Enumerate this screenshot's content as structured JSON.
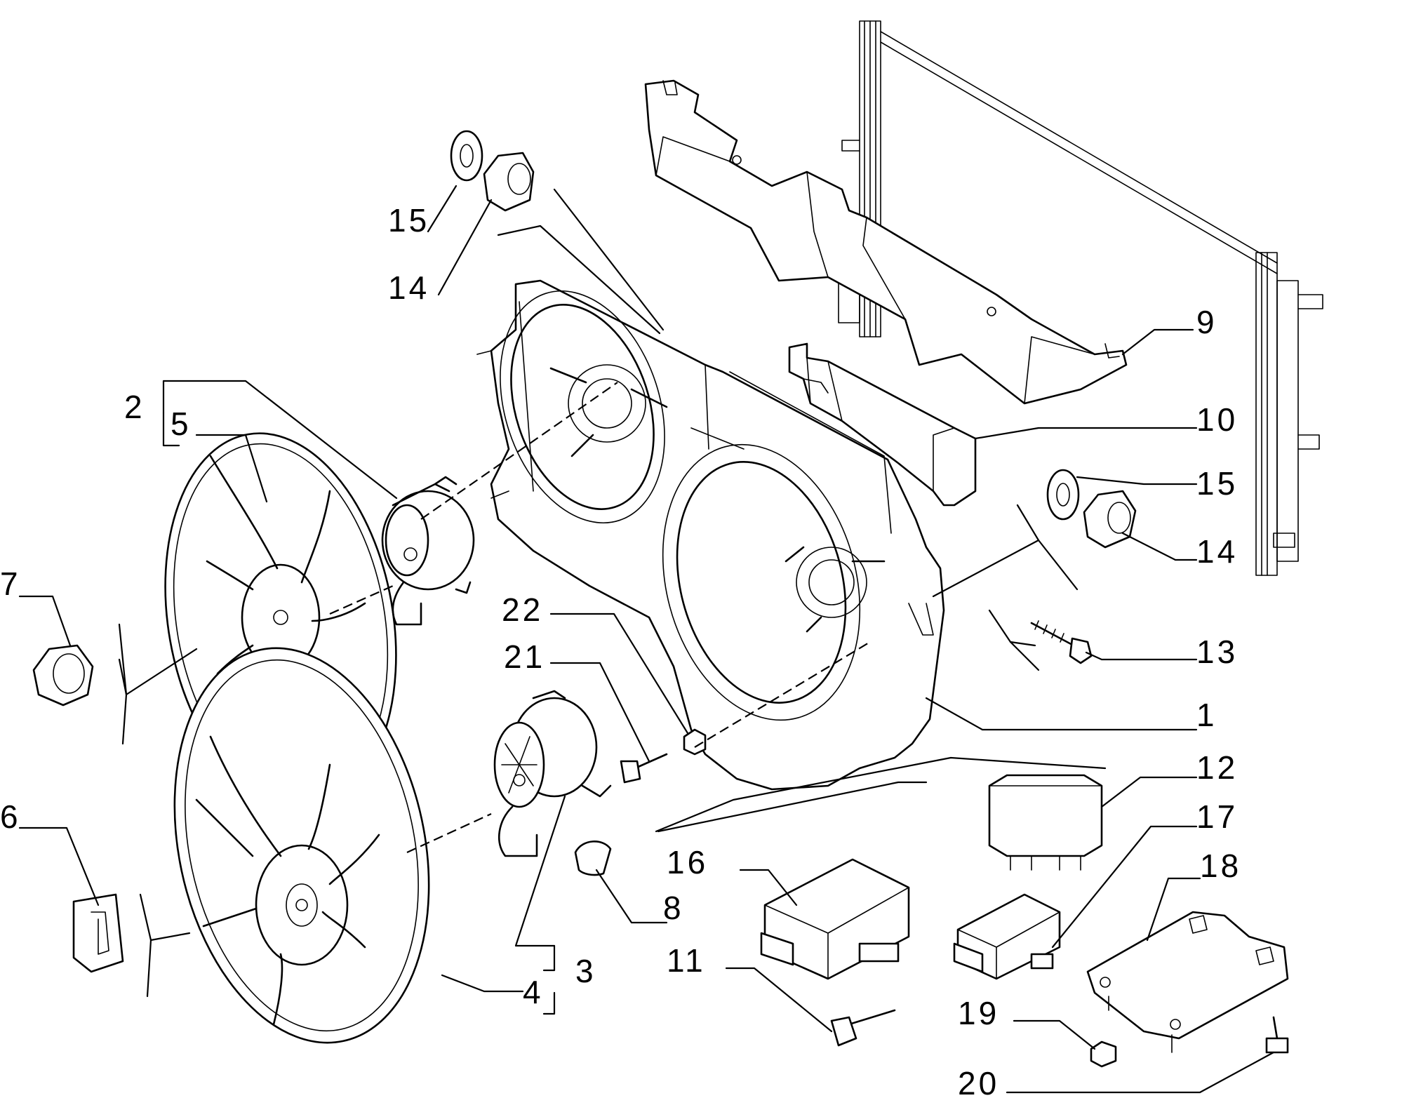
{
  "labels": {
    "p1": "1",
    "p2": "2",
    "p3": "3",
    "p4": "4",
    "p5": "5",
    "p6": "6",
    "p7": "7",
    "p8": "8",
    "p9": "9",
    "p10": "10",
    "p11": "11",
    "p12": "12",
    "p13": "13",
    "p14a": "14",
    "p14b": "14",
    "p15a": "15",
    "p15b": "15",
    "p16": "16",
    "p17": "17",
    "p18": "18",
    "p19": "19",
    "p20": "20",
    "p21": "21",
    "p22": "22"
  }
}
